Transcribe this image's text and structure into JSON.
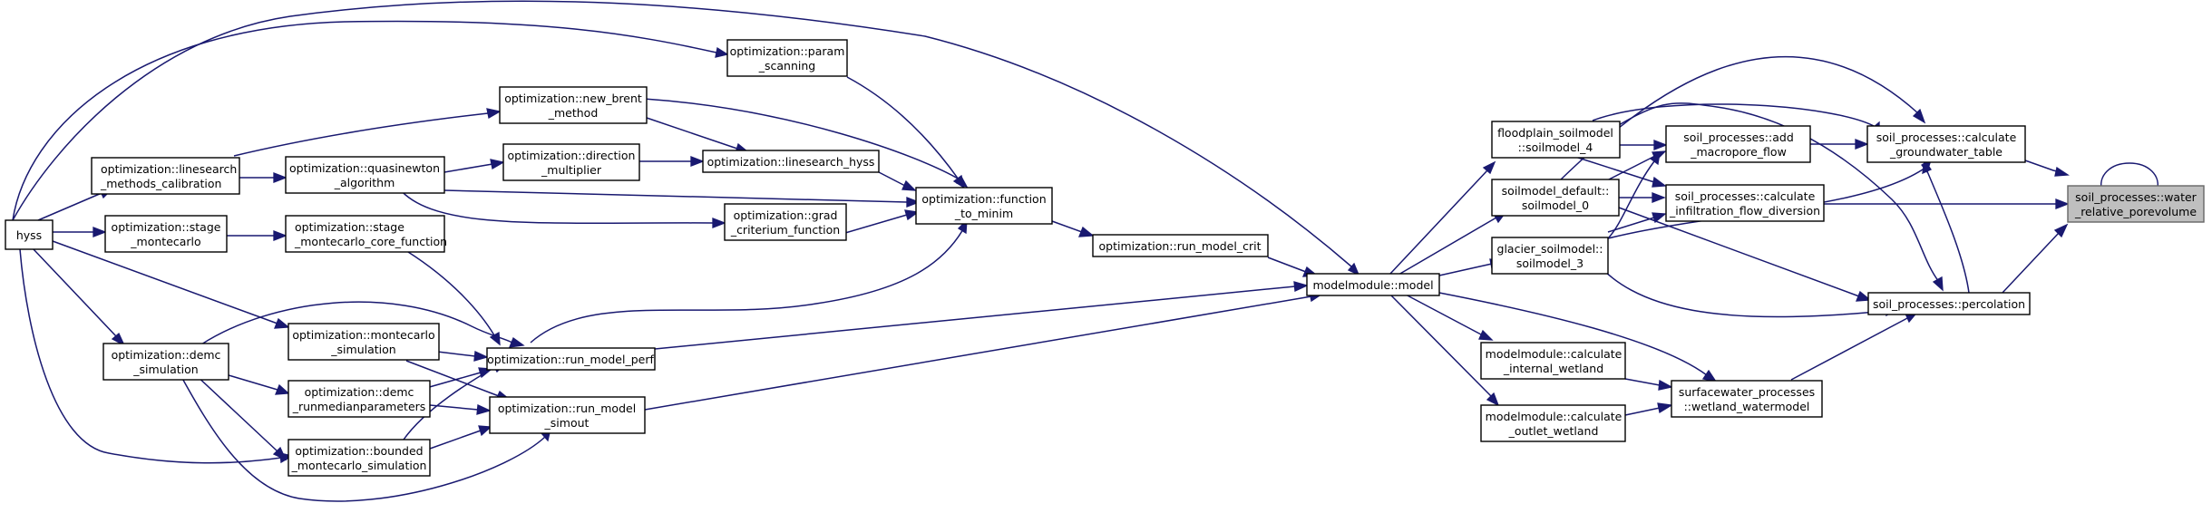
{
  "nodes": {
    "hyss": [
      "hyss"
    ],
    "lin_calib": [
      "optimization::linesearch",
      "_methods_calibration"
    ],
    "stage_mc": [
      "optimization::stage",
      "_montecarlo"
    ],
    "demc_sim": [
      "optimization::demc",
      "_simulation"
    ],
    "quasinewton": [
      "optimization::quasinewton",
      "_algorithm"
    ],
    "stage_core": [
      "optimization::stage",
      "_montecarlo_core_function"
    ],
    "mc_sim": [
      "optimization::montecarlo",
      "_simulation"
    ],
    "demc_runmed": [
      "optimization::demc",
      "_runmedianparameters"
    ],
    "bounded_mc": [
      "optimization::bounded",
      "_montecarlo_simulation"
    ],
    "new_brent": [
      "optimization::new_brent",
      "_method"
    ],
    "direction": [
      "optimization::direction",
      "_multiplier"
    ],
    "param_scan": [
      "optimization::param",
      "_scanning"
    ],
    "lin_hyss": [
      "optimization::linesearch_hyss"
    ],
    "grad_crit": [
      "optimization::grad",
      "_criterium_function"
    ],
    "run_perf": [
      "optimization::run_model_perf"
    ],
    "run_simout": [
      "optimization::run_model",
      "_simout"
    ],
    "func_minim": [
      "optimization::function",
      "_to_minim"
    ],
    "run_crit": [
      "optimization::run_model_crit"
    ],
    "model": [
      "modelmodule::model"
    ],
    "floodplain": [
      "floodplain_soilmodel",
      "::soilmodel_4"
    ],
    "soil_default": [
      "soilmodel_default::",
      "soilmodel_0"
    ],
    "glacier": [
      "glacier_soilmodel::",
      "soilmodel_3"
    ],
    "calc_internal": [
      "modelmodule::calculate",
      "_internal_wetland"
    ],
    "calc_outlet": [
      "modelmodule::calculate",
      "_outlet_wetland"
    ],
    "add_macro": [
      "soil_processes::add",
      "_macropore_flow"
    ],
    "infiltration": [
      "soil_processes::calculate",
      "_infiltration_flow_diversion"
    ],
    "wetland_wm": [
      "surfacewater_processes",
      "::wetland_watermodel"
    ],
    "groundwater": [
      "soil_processes::calculate",
      "_groundwater_table"
    ],
    "percolation": [
      "soil_processes::percolation"
    ],
    "water_porevol": [
      "soil_processes::water",
      "_relative_porevolume"
    ]
  }
}
